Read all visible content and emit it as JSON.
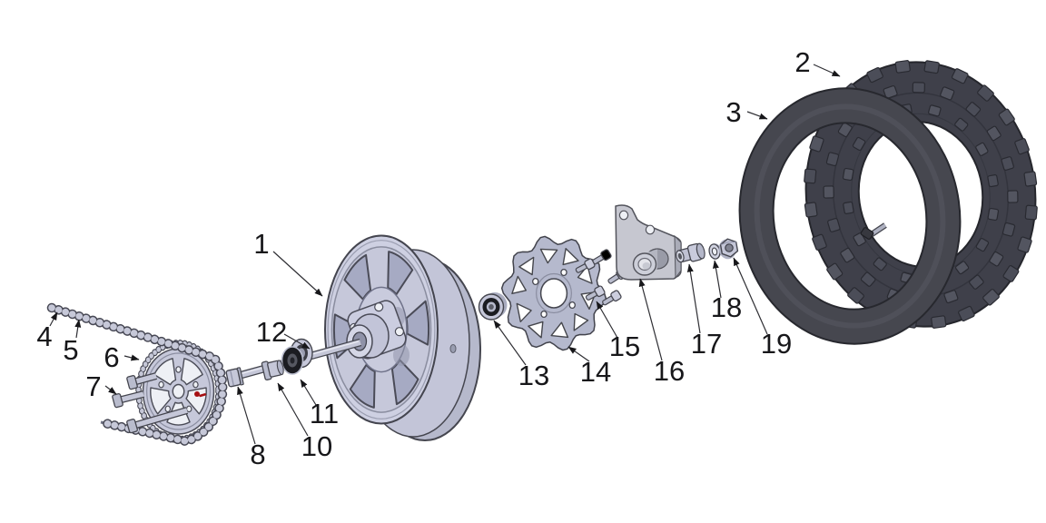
{
  "diagram": {
    "type": "exploded-parts-diagram",
    "subject": "rear wheel assembly",
    "background": "#ffffff",
    "colors": {
      "metal_light": "#ced0e2",
      "metal_mid": "#b9bcce",
      "metal_face": "#c6c8da",
      "cutout_shade": "#a6aac3",
      "outline": "#44454f",
      "rubber_dark": "#3f404a",
      "rubber_mid": "#4b4d58",
      "brand_mark_red": "#a50f12",
      "label_color": "#17171a"
    },
    "callouts": [
      {
        "n": "1"
      },
      {
        "n": "2"
      },
      {
        "n": "3"
      },
      {
        "n": "4"
      },
      {
        "n": "5"
      },
      {
        "n": "6"
      },
      {
        "n": "7"
      },
      {
        "n": "8"
      },
      {
        "n": "10"
      },
      {
        "n": "11"
      },
      {
        "n": "12"
      },
      {
        "n": "13"
      },
      {
        "n": "14"
      },
      {
        "n": "15"
      },
      {
        "n": "16"
      },
      {
        "n": "17"
      },
      {
        "n": "18"
      },
      {
        "n": "19"
      }
    ]
  }
}
